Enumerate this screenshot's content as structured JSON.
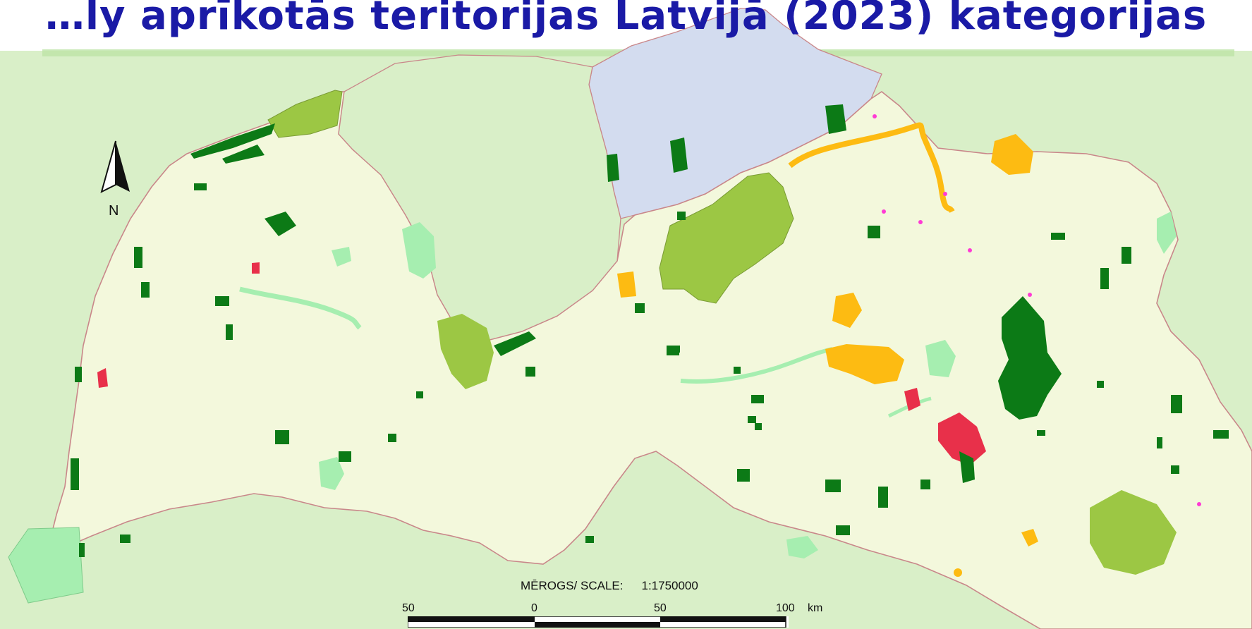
{
  "title": "…ly aprīkotās teritorijas Latvijā (2023) kategorijas",
  "north_label": "N",
  "scale": {
    "label": "MĒROGS/ SCALE:",
    "ratio": "1:1750000",
    "ticks": [
      "50",
      "0",
      "50",
      "100"
    ],
    "unit": "km"
  },
  "colors": {
    "title": "#1a1aa6",
    "land": "#f3f8dc",
    "border": "#c9878a",
    "background": "#d9efc8",
    "foreign_region": "#d3dcef",
    "nature_reserve": "#0c7a16",
    "national_park": "#9cc744",
    "protected_landscape": "#a6eeb0",
    "nature_park": "#fdbb12",
    "restricted_area": "#e8304a",
    "micro_reserve": "#ff3ad4"
  }
}
